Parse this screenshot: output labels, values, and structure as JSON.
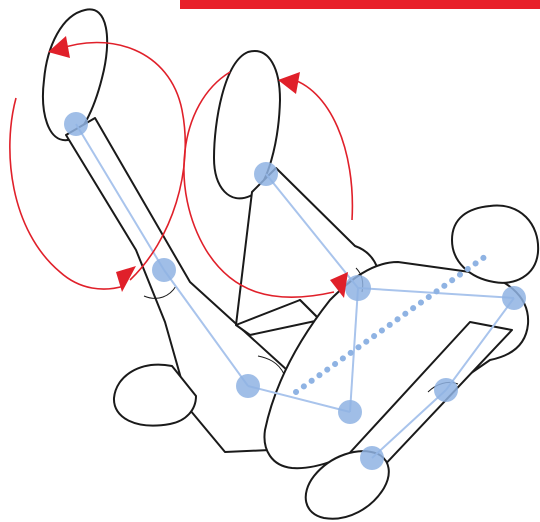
{
  "colors": {
    "accent_bar": "#e8202a",
    "rotation_arrows": "#e0202a",
    "joints": "#8fb3e3",
    "bones": "#a9c4ec",
    "outline": "#1a1a1a",
    "background": "#ffffff"
  },
  "diagram": {
    "subject": "reclining-human-figure",
    "joint_count": 9,
    "rotation_arrow_count": 2
  }
}
